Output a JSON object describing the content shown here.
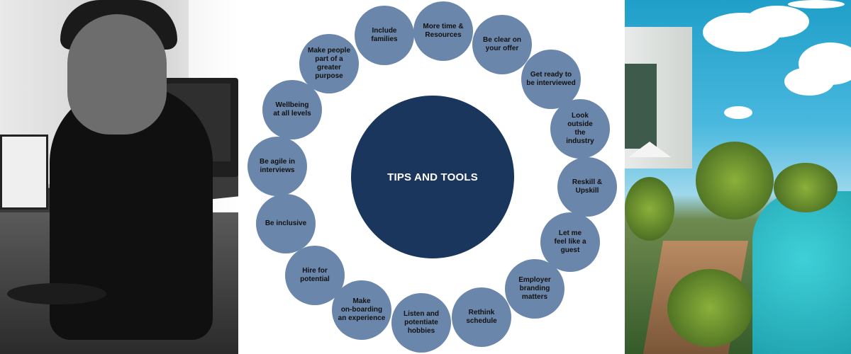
{
  "center_label": "TIPS AND TOOLS",
  "colors": {
    "center": "#1b365d",
    "node": "#6b86ab",
    "node_text": "#111111"
  },
  "tips": [
    "More time &\nResources",
    "Be clear on\nyour offer",
    "Get ready to\nbe interviewed",
    "Look\noutside\nthe\nindustry",
    "Reskill &\nUpskill",
    "Let me\nfeel like a\nguest",
    "Employer\nbranding\nmatters",
    "Rethink\nschedule",
    "Listen and\npotentiate\nhobbies",
    "Make\non-boarding\nan experience",
    "Hire for\npotential",
    "Be inclusive",
    "Be agile in\ninterviews",
    "Wellbeing\nat all levels",
    "Make people\npart of a\ngreater\npurpose",
    "Include\nfamilies"
  ]
}
